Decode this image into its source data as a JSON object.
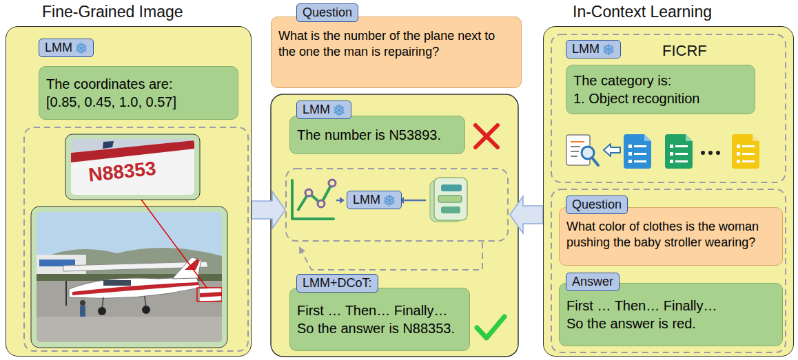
{
  "diagram": {
    "nodes": [
      {
        "text": [
          "Fine-Grained Image"
        ]
      },
      {
        "text": [
          "LMM"
        ],
        "in": 0
      },
      {
        "text": [
          "The coordinates are:",
          "[0.85, 0.45, 1.0, 0.57]"
        ],
        "in": 0
      },
      {
        "text": [
          "Question"
        ]
      },
      {
        "text": [
          "What is the number of the plane next to the one the man is repairing?"
        ]
      },
      {
        "text": [
          "LMM"
        ]
      },
      {
        "text": [
          "The number is N53893."
        ]
      },
      {
        "text": [
          "LMM"
        ]
      },
      {
        "text": [
          "LMM+DCoT:"
        ]
      },
      {
        "text": [
          "First … Then… Finally…",
          "So the answer is N88353."
        ]
      },
      {
        "text": [
          "In-Context Learning"
        ]
      },
      {
        "text": [
          "LMM"
        ],
        "in": 10
      },
      {
        "text": [
          "The category is:",
          "1. Object recognition"
        ],
        "in": 10
      },
      {
        "text": [
          "Question"
        ],
        "in": 10
      },
      {
        "text": [
          "What color of clothes is the woman pushing the baby stroller wearing?"
        ],
        "in": 10
      },
      {
        "text": [
          "Answer"
        ],
        "in": 10
      },
      {
        "text": [
          "First … Then… Finally…",
          "So the answer is red."
        ],
        "in": 10
      }
    ],
    "labels": [
      "FICRF",
      "N88353"
    ]
  }
}
